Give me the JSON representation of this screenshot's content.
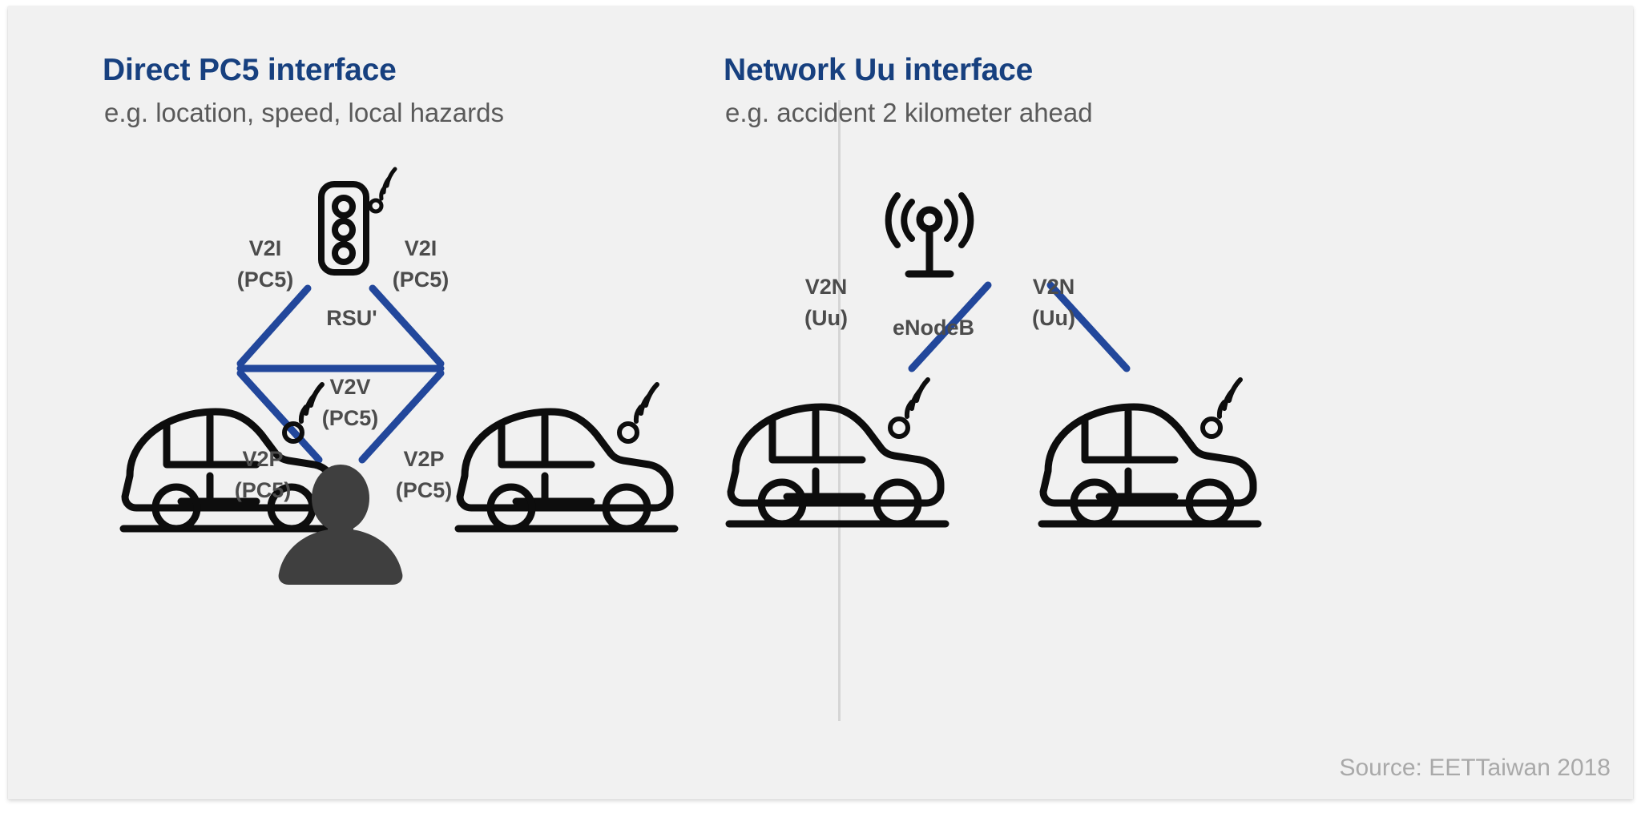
{
  "card": {
    "background": "#f1f1f1",
    "accent_blue": "#22479b",
    "title_color": "#17407f",
    "label_color": "#4c4c4c"
  },
  "panels": {
    "left": {
      "title": "Direct PC5 interface",
      "subtitle": "e.g. location, speed, local hazards",
      "nodes": [
        {
          "name": "traffic-light",
          "label": "RSU'"
        },
        {
          "name": "car-left",
          "label": ""
        },
        {
          "name": "car-right",
          "label": ""
        },
        {
          "name": "pedestrian",
          "label": ""
        }
      ],
      "links": [
        {
          "name": "v2i-left",
          "label_line1": "V2I",
          "label_line2": "(PC5)"
        },
        {
          "name": "v2i-right",
          "label_line1": "V2I",
          "label_line2": "(PC5)"
        },
        {
          "name": "v2v",
          "label_line1": "V2V",
          "label_line2": "(PC5)"
        },
        {
          "name": "v2p-left",
          "label_line1": "V2P",
          "label_line2": "(PC5)"
        },
        {
          "name": "v2p-right",
          "label_line1": "V2P",
          "label_line2": "(PC5)"
        }
      ]
    },
    "right": {
      "title": "Network Uu interface",
      "subtitle": "e.g. accident 2 kilometer ahead",
      "nodes": [
        {
          "name": "base-station",
          "label": "eNodeB"
        },
        {
          "name": "car-left",
          "label": ""
        },
        {
          "name": "car-right",
          "label": ""
        }
      ],
      "links": [
        {
          "name": "v2n-left",
          "label_line1": "V2N",
          "label_line2": "(Uu)"
        },
        {
          "name": "v2n-right",
          "label_line1": "V2N",
          "label_line2": "(Uu)"
        }
      ]
    }
  },
  "footer": {
    "source": "Source: EETTaiwan 2018"
  }
}
